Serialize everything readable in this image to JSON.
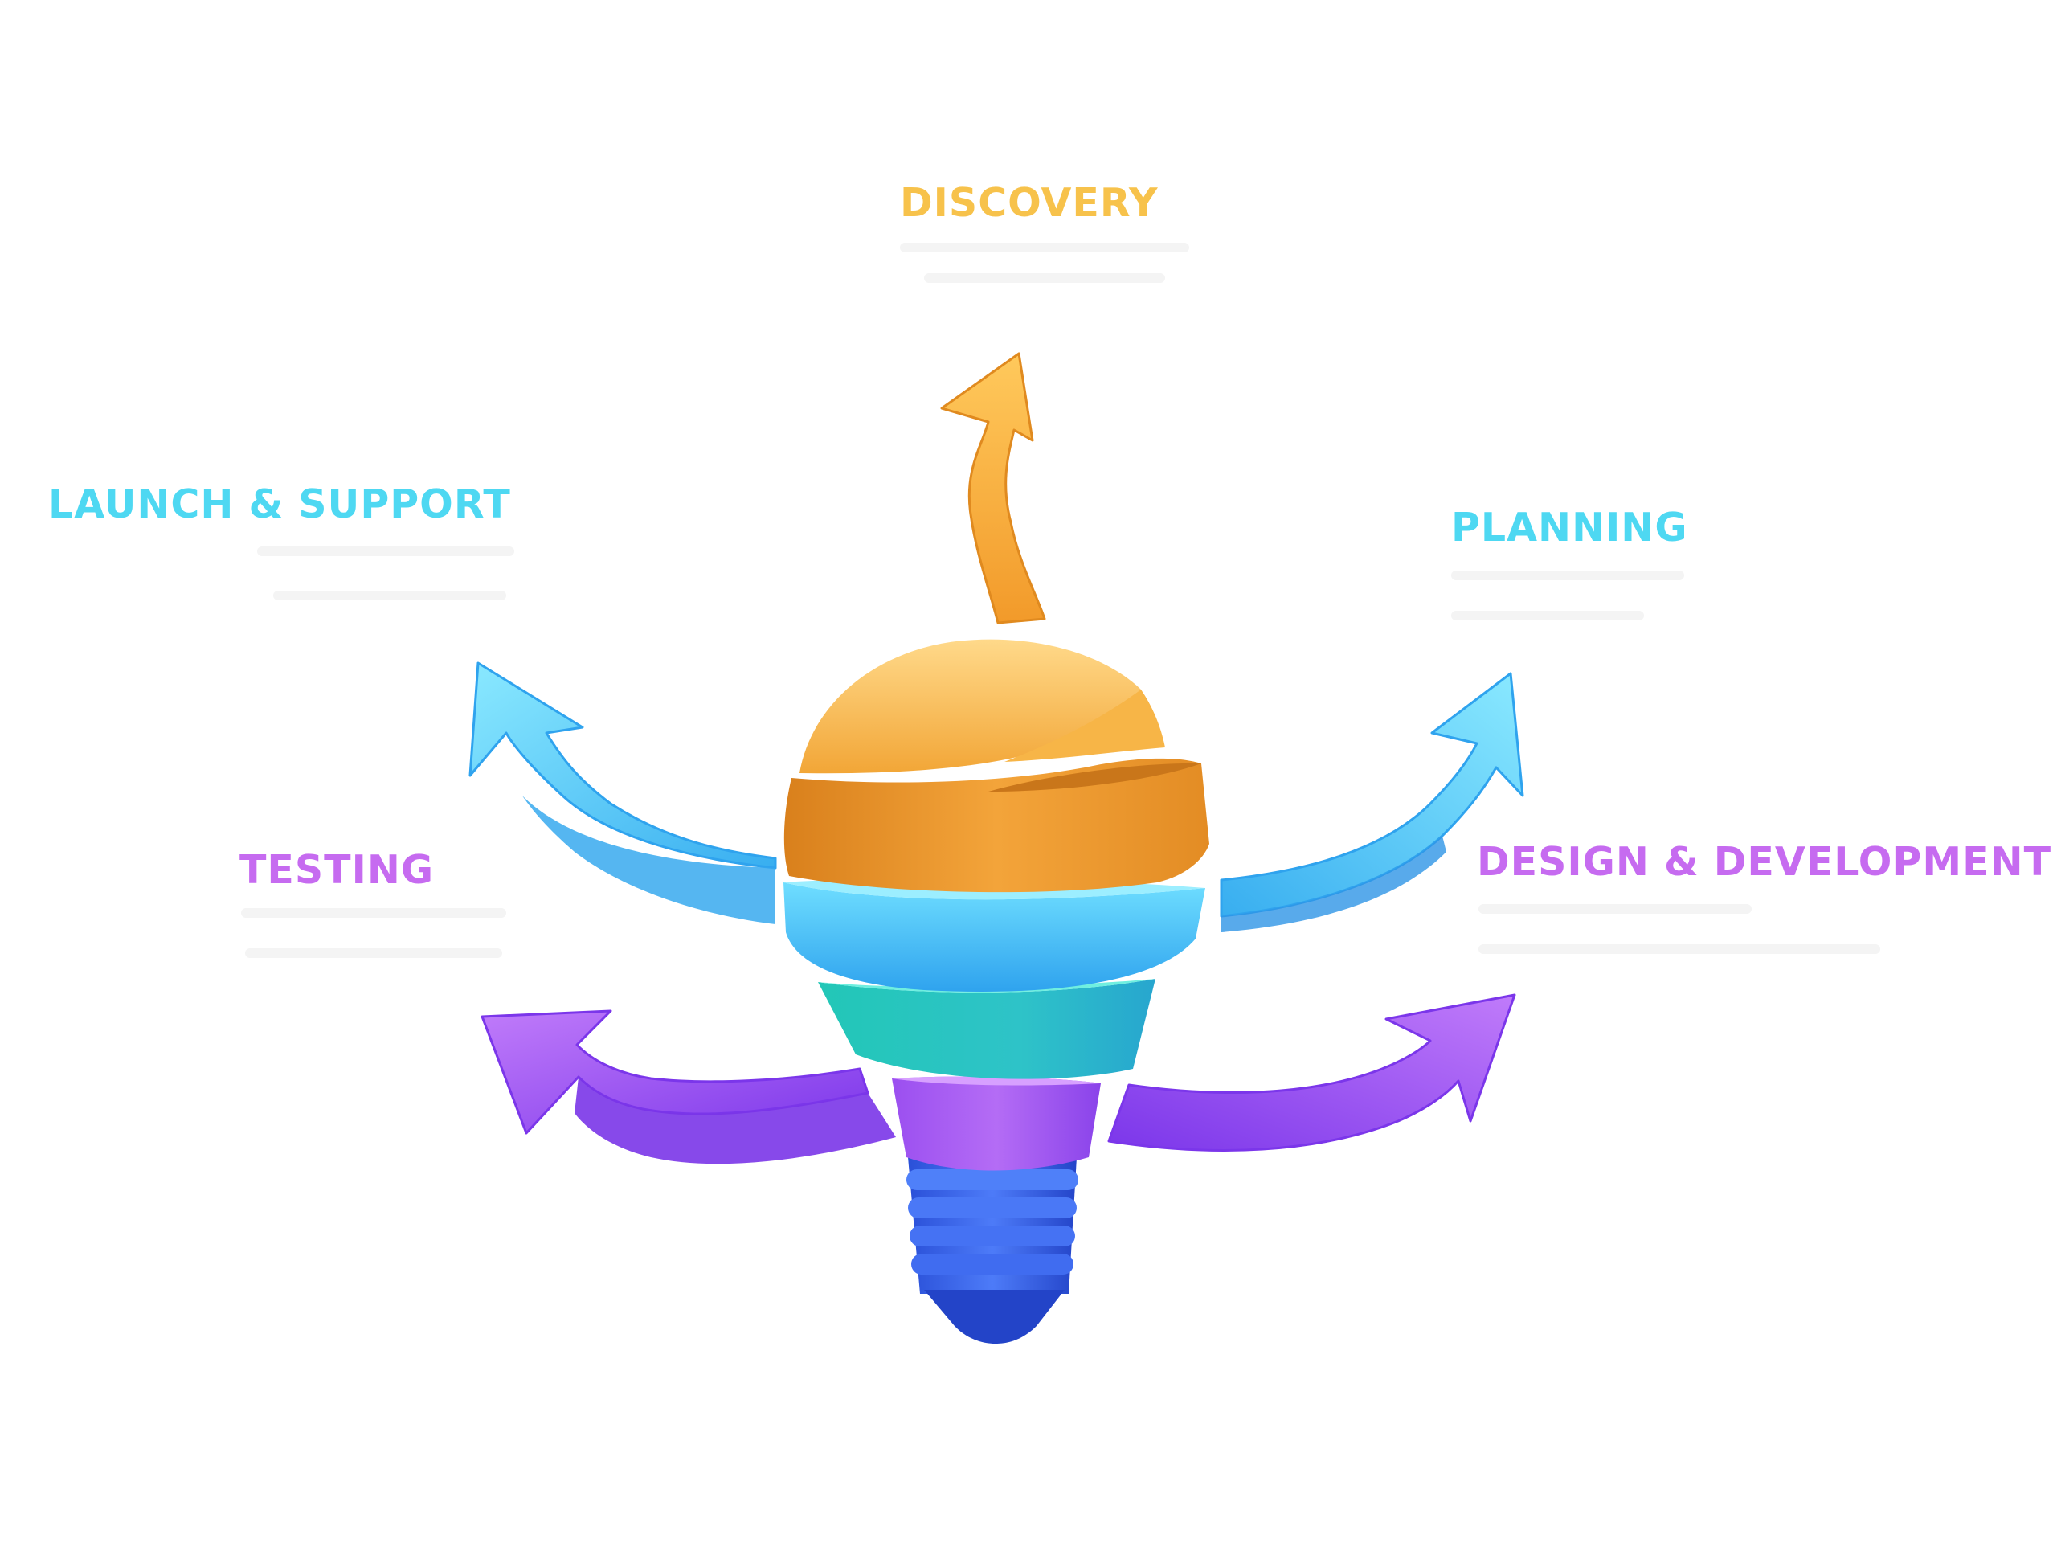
{
  "stages": {
    "discovery": {
      "label": "DISCOVERY",
      "color": "#F7C24B"
    },
    "planning": {
      "label": "PLANNING",
      "color": "#4ED8F2"
    },
    "design_development": {
      "label": "DESIGN & DEVELOPMENT",
      "color": "#C66BF0"
    },
    "testing": {
      "label": "TESTING",
      "color": "#C66BF0"
    },
    "launch_support": {
      "label": "LAUNCH & SUPPORT",
      "color": "#4ED8F2"
    }
  },
  "colors": {
    "orange_light": "#FFD27A",
    "orange": "#F4A93A",
    "orange_dark": "#E08A1F",
    "blue_light": "#7FE6FF",
    "blue": "#3CB9F2",
    "teal": "#1FC7B4",
    "purple": "#A95BF2",
    "purple_dark": "#7B3CE8",
    "screw_blue": "#3F6CF2",
    "screw_dark": "#2344C8"
  },
  "icons": [
    "lightbulb-icon",
    "arrow-up-icon",
    "arrow-left-icon",
    "arrow-right-icon"
  ]
}
